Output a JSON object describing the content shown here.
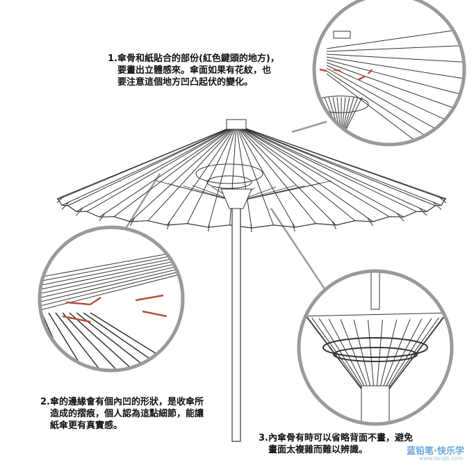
{
  "notes": {
    "note1": [
      "1.傘骨和紙貼合的部份(紅色鍵頭的地方)，",
      "要畫出立體感來。傘面如果有花紋，也",
      "要注意這個地方凹凸起伏的變化。"
    ],
    "note2": [
      "2.傘的邊緣會有個內凹的形狀，是收傘所",
      "造成的摺痕，個人認為這點細節，能讓",
      "紙傘更有真實感。"
    ],
    "note3": [
      "3.內傘骨有時可以省略背面不畫，避免",
      "畫面太複雜而難以辨識。"
    ]
  },
  "watermark": {
    "logo": "蓝铅笔·快乐学",
    "url": "www.lanqb.com"
  },
  "colors": {
    "line": "#333333",
    "circle": "#9a9a9a",
    "arrow": "#b5503a"
  }
}
